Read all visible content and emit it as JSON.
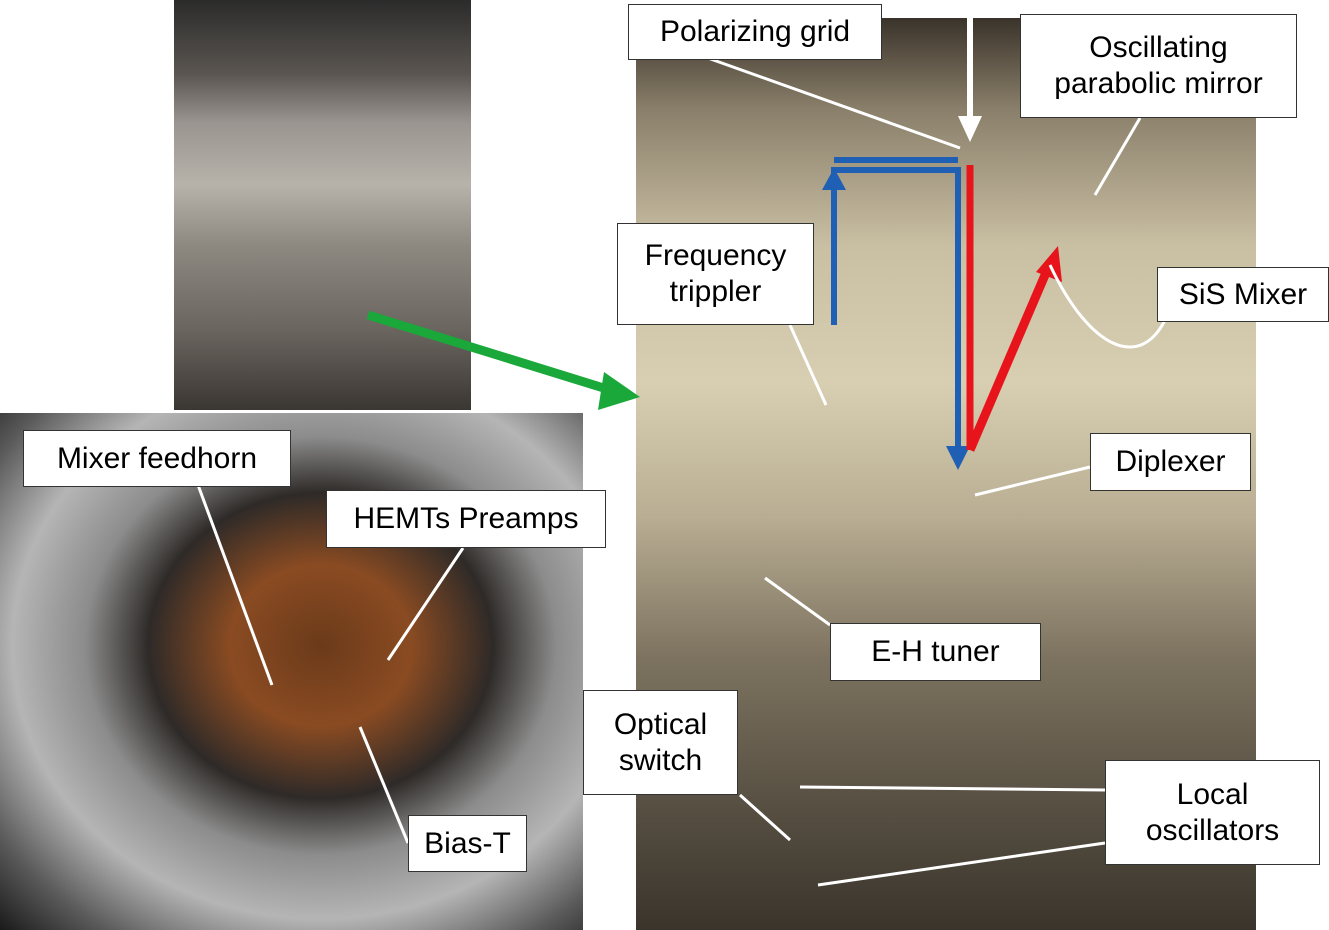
{
  "labels": {
    "polarizing_grid": "Polarizing grid",
    "oscillating_mirror": "Oscillating\nparabolic mirror",
    "frequency_trippler": "Frequency\ntrippler",
    "sis_mixer": "SiS Mixer",
    "diplexer": "Diplexer",
    "eh_tuner": "E-H tuner",
    "optical_switch": "Optical\nswitch",
    "local_oscillators": "Local\noscillators",
    "mixer_feedhorn": "Mixer feedhorn",
    "hemts_preamps": "HEMTs Preamps",
    "bias_t": "Bias-T"
  },
  "colors": {
    "arrow_green": "#1aa83a",
    "beam_blue": "#1f5fb4",
    "beam_red": "#e8141c",
    "beam_white": "#ffffff"
  }
}
